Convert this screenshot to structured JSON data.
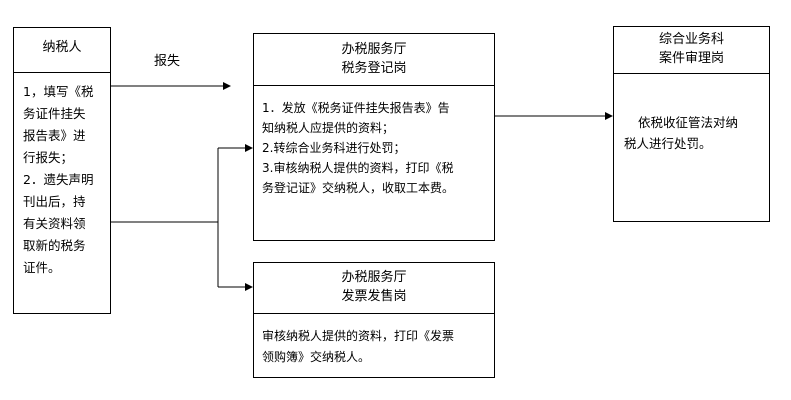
{
  "nodes": {
    "taxpayer": {
      "title": "纳税人",
      "body": [
        "1，填写《税",
        "务证件挂失",
        "报告表》进",
        "行报失；",
        "2．遗失声明",
        "刊出后，持",
        "有关资料领",
        "取新的税务",
        "证件。"
      ]
    },
    "registration": {
      "title_lines": [
        "办税服务厅",
        "税务登记岗"
      ],
      "body": [
        "1．发放《税务证件挂失报告表》告",
        "知纳税人应提供的资料；",
        "2.转综合业务科进行处罚；",
        "3.审核纳税人提供的资料，打印《税",
        "务登记证》交纳税人，收取工本费。"
      ]
    },
    "invoice": {
      "title_lines": [
        "办税服务厅",
        "发票发售岗"
      ],
      "body": [
        "审核纳税人提供的资料，打印《发票",
        "领购簿》交纳税人。"
      ]
    },
    "review": {
      "title_lines": [
        "综合业务科",
        "案件审理岗"
      ],
      "body": [
        "依税收征管法对纳",
        "税人进行处罚。"
      ]
    }
  },
  "edges": {
    "report_label": "报失"
  }
}
